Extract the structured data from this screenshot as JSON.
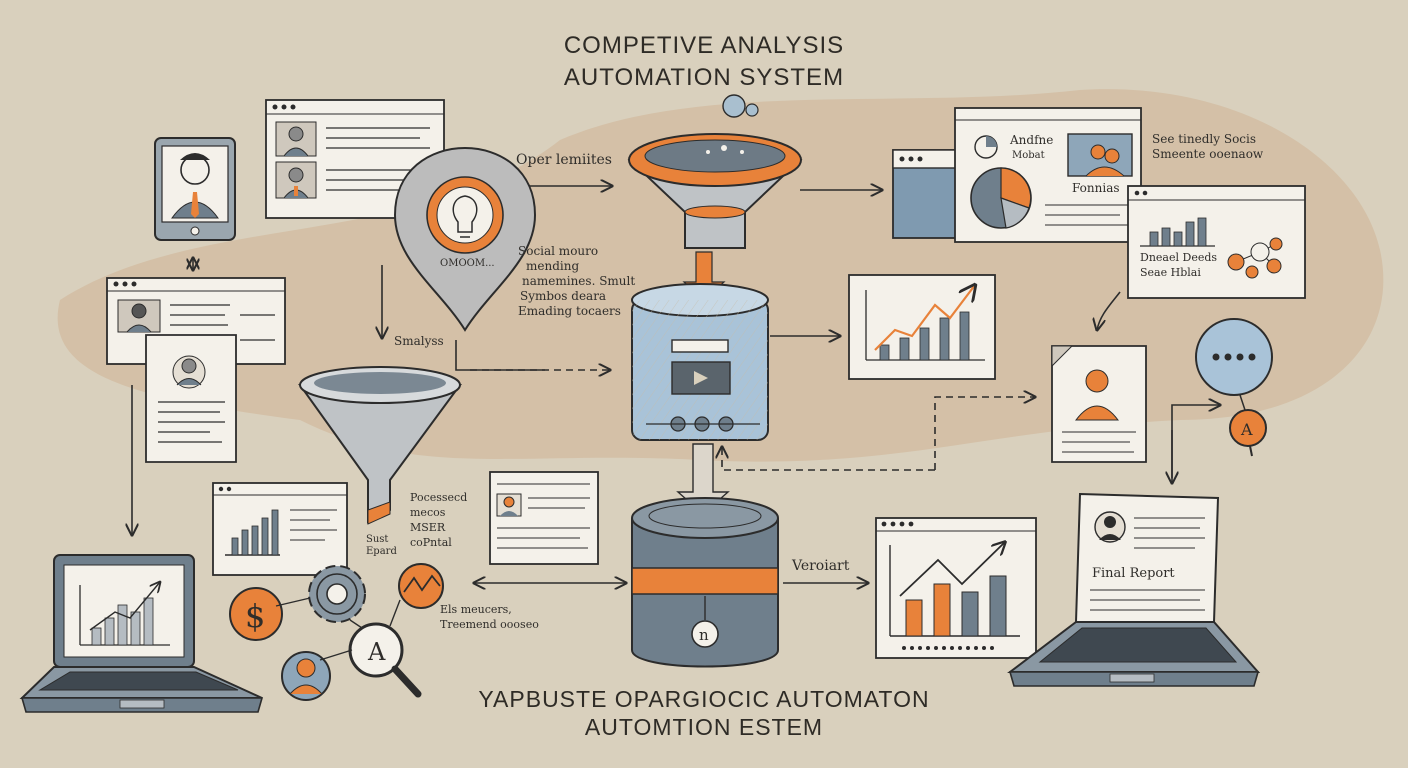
{
  "title": {
    "top_line1": "COMPETIVE ANALYSIS",
    "top_line2": "AUTOMATION SYSTEM",
    "bottom_line1": "YAPBUSTE OPARGIOCIC AUTOMATON",
    "bottom_line2": "AUTOMTION ESTEM"
  },
  "labels": {
    "other_websites": "Oper lemiites",
    "social_monitoring": [
      "Social mouro",
      "mending",
      "namemines. Smult",
      "Symbos deara",
      "Emading tocaers"
    ],
    "smalyses": "Smalyss",
    "bulb_caption": "OMOOM...",
    "analytics_title": "Andfne",
    "analytics_sub": "Mobat",
    "funnels": "Fonnias",
    "top_right_note": [
      "See tinedly Socis",
      "Smeente ooenaow"
    ],
    "mid_right_note": [
      "Dneael Deeds",
      "Seae Hblai"
    ],
    "processed": [
      "Pocessecd",
      "mecos",
      "MSER",
      "coPntal"
    ],
    "small_note": [
      "Sust",
      "Epard"
    ],
    "trend_note": [
      "Els meucers,",
      "Treemend oooseo"
    ],
    "verdict": "Veroiart",
    "final_report": "Final Report"
  },
  "icons": {
    "dollar": "$",
    "search_letter": "A",
    "database_badge": "n",
    "pin_badge": "A"
  },
  "colors": {
    "accent_orange": "#e8823a",
    "steel_blue": "#8ea6b9",
    "slate": "#6f7f8c",
    "paper": "#f4f1ea",
    "ink": "#2c2c2c"
  }
}
